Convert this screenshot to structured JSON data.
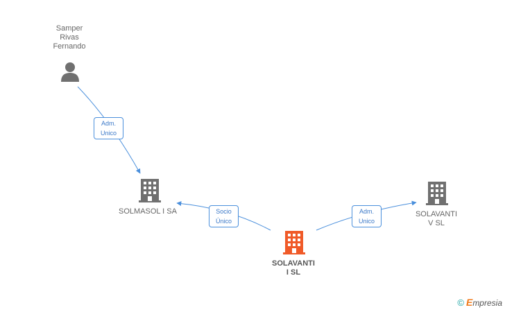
{
  "nodes": {
    "person": {
      "label": "Samper\nRivas\nFernando",
      "icon": "person-icon"
    },
    "solmasol": {
      "label": "SOLMASOL I SA",
      "icon": "building-icon"
    },
    "solavanti_v": {
      "label": "SOLAVANTI\nV SL",
      "icon": "building-icon"
    },
    "solavanti_i": {
      "label": "SOLAVANTI\nI SL",
      "icon": "building-icon",
      "highlight_color": "#f05a28"
    }
  },
  "edges": {
    "adm_unico_left": {
      "label": "Adm.\nUnico"
    },
    "socio_unico": {
      "label": "Socio\nÚnico"
    },
    "adm_unico_right": {
      "label": "Adm.\nUnico"
    }
  },
  "colors": {
    "edge": "#4a8fdc",
    "building": "#707070",
    "building_highlight": "#f05a28"
  },
  "brand": {
    "copyright": "©",
    "name": "mpresia",
    "initial": "E"
  }
}
